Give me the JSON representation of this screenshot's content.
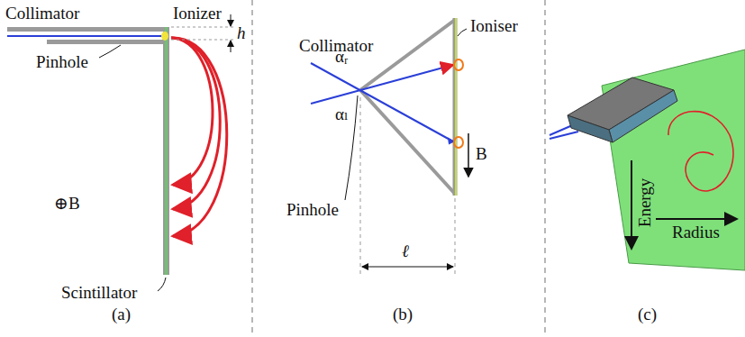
{
  "diagram": {
    "labels": [
      "Collimator",
      "Ionizer",
      "Pinhole",
      "h",
      "⊕B⃗",
      "Scintillator",
      "(a)",
      "Collimator",
      "Ioniser",
      "αᵣ",
      "αₗ",
      "Pinhole",
      "B⃗",
      "ℓ",
      "(b)",
      "Energy",
      "Radius",
      "(c)"
    ]
  }
}
